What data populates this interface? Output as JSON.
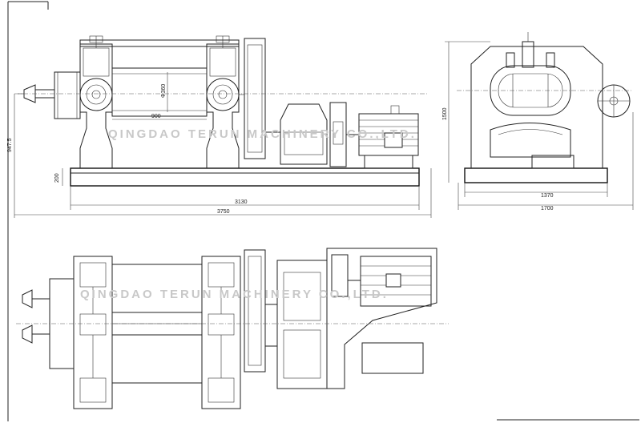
{
  "dimensions": {
    "front_length_roll": "900",
    "front_roll_dia": "Φ360",
    "front_base_height": "200",
    "front_total_height": "947.5",
    "front_base_length": "3130",
    "front_overall_length": "3750",
    "side_height": "1500",
    "side_base_width": "1370",
    "side_overall_width": "1700"
  },
  "watermark": {
    "front": "QINGDAO TERUN MACHINERY CO.,LTD.",
    "plan": "QINGDAO TERUN MACHINERY CO.,LTD."
  }
}
